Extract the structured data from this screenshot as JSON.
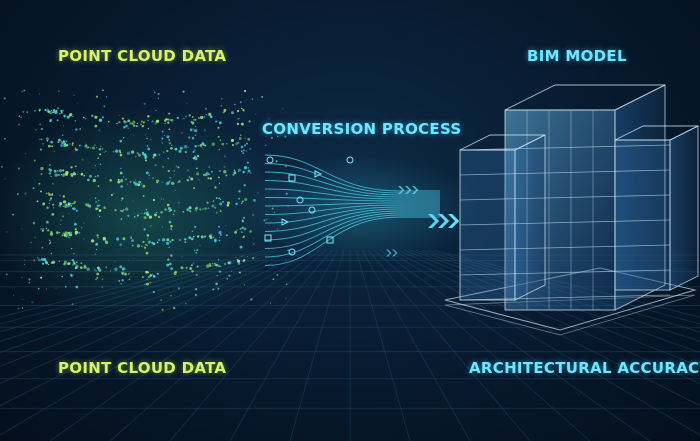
{
  "labels": {
    "point_cloud_top": "POINT CLOUD DATA",
    "point_cloud_bottom": "POINT CLOUD DATA",
    "conversion": "CONVERSION PROCESS",
    "bim_model": "BIM MODEL",
    "accuracy": "ARCHITECTURAL ACCURACY"
  },
  "colors": {
    "background": "#071a2e",
    "lime_text": "#d8f56a",
    "cyan_text": "#6fe6ff",
    "point_green": "#9ee86a",
    "point_cyan": "#3fd6f0",
    "wireframe": "#cfe6f5",
    "glass": "#3f86c8"
  },
  "icons": [
    "chevron-right-icon",
    "node-circle-icon",
    "node-square-icon",
    "node-triangle-icon"
  ]
}
